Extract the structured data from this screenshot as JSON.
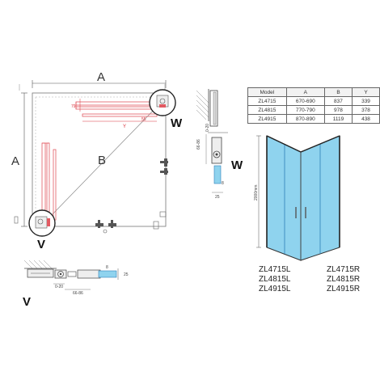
{
  "plan": {
    "label_a": "A",
    "label_a_side": "A",
    "label_b": "B",
    "label_y": "Y",
    "label_top_dim": "79",
    "label_side_dim": "55",
    "label_w": "W",
    "label_v": "V"
  },
  "detail_w": {
    "label_w": "W",
    "dim_offset": "0-20",
    "dim_range": "66-86",
    "dim_a": "25",
    "dim_b": "8"
  },
  "detail_v": {
    "label_v": "V",
    "dim_range": "66-86",
    "dim_offset": "0-20",
    "dim_a": "25",
    "dim_b": "8"
  },
  "elevation": {
    "height_label": "2000mm"
  },
  "spec_table": {
    "headers": [
      "Model",
      "A",
      "B",
      "Y"
    ],
    "rows": [
      [
        "ZL4715",
        "670-690",
        "837",
        "339"
      ],
      [
        "ZL4815",
        "770-790",
        "978",
        "378"
      ],
      [
        "ZL4915",
        "870-890",
        "1119",
        "438"
      ]
    ]
  },
  "models_left": [
    "ZL4715L",
    "ZL4815L",
    "ZL4915L"
  ],
  "models_right": [
    "ZL4715R",
    "ZL4815R",
    "ZL4915R"
  ],
  "colors": {
    "profile": "#e25a62",
    "glass": "#8fd3ee",
    "frame": "#444444"
  }
}
